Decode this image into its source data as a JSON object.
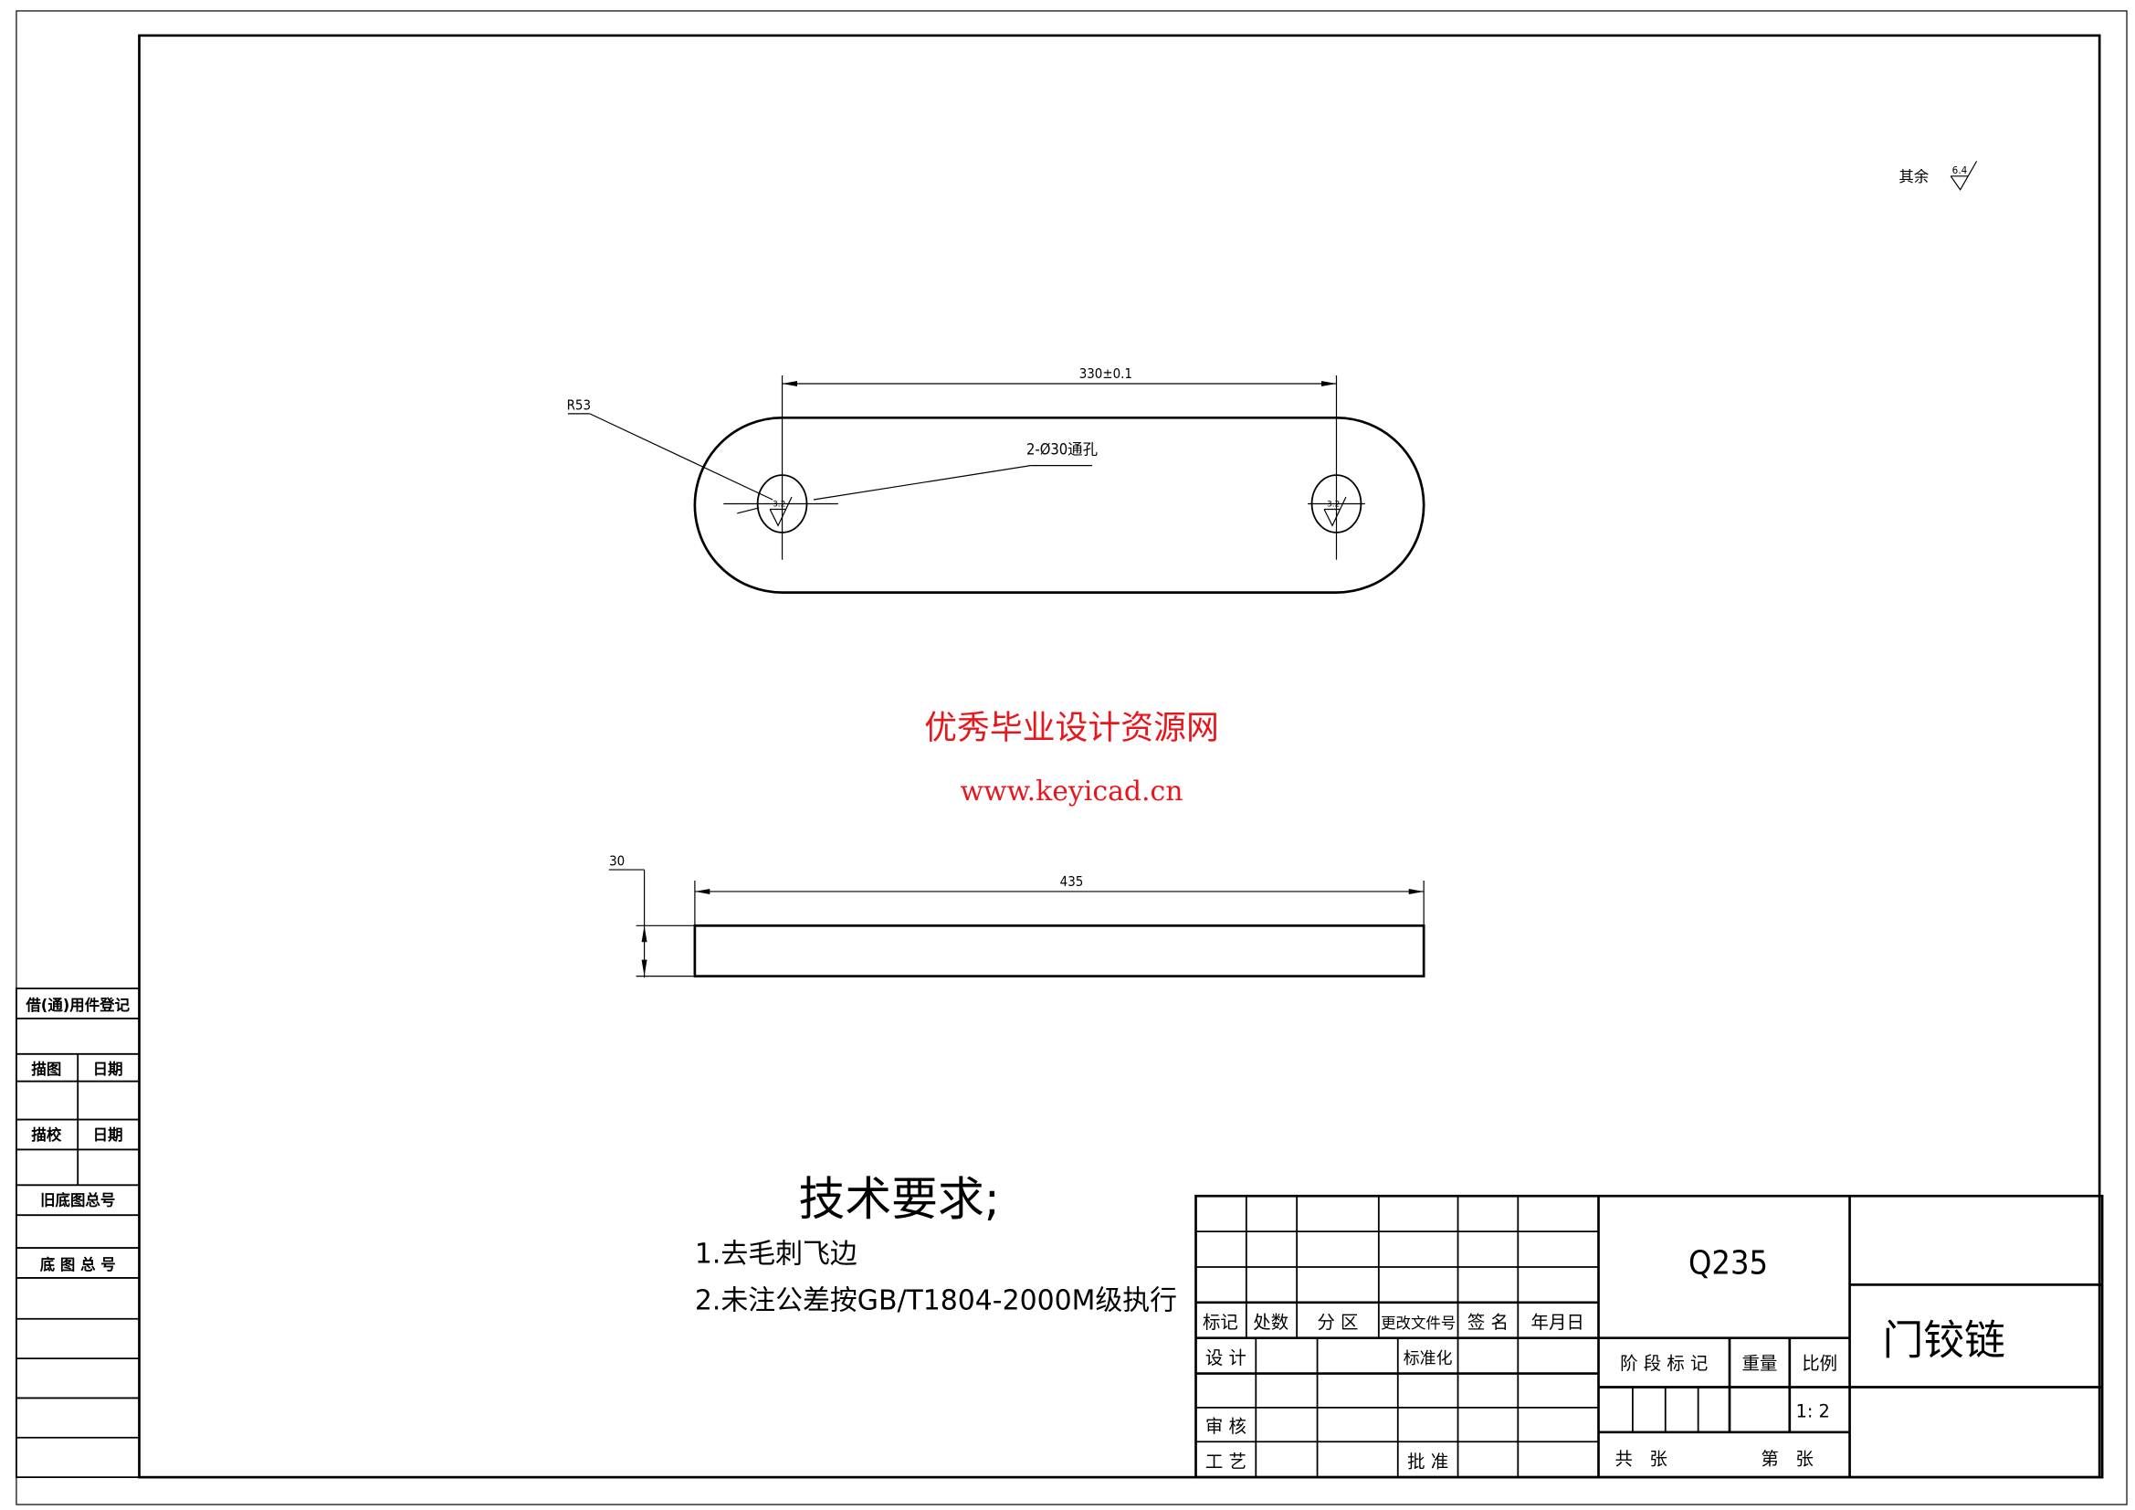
{
  "drawing": {
    "roughness_note": {
      "label": "其余",
      "value": "6.4"
    },
    "top_view": {
      "length_dim": "330±0.1",
      "radius_dim": "R53",
      "hole_note": "2-Ø30通孔",
      "hole_roughness": "3.2"
    },
    "side_view": {
      "length_dim": "435",
      "thickness_dim": "30"
    },
    "watermark": {
      "line1": "优秀毕业设计资源网",
      "line2": "www.keyicad.cn"
    },
    "colors": {
      "watermark": "#e8161b",
      "lines": "#000000"
    }
  },
  "technical_requirements": {
    "title": "技术要求;",
    "items": [
      "1.去毛刺飞边",
      "2.未注公差按GB/T1804-2000M级执行"
    ]
  },
  "left_strip": {
    "register": "借(通)用件登记",
    "trace": "描图",
    "trace_date": "日期",
    "check": "描校",
    "check_date": "日期",
    "old_number": "旧底图总号",
    "number": "底 图 总 号"
  },
  "title_block": {
    "headers": {
      "mark": "标记",
      "count": "处数",
      "zone": "分 区",
      "doc_no": "更改文件号",
      "sign": "签 名",
      "date": "年月日"
    },
    "design": "设 计",
    "standard": "标准化",
    "review": "审 核",
    "process": "工 艺",
    "approve": "批 准",
    "material": "Q235",
    "stage_mark": "阶 段 标 记",
    "weight": "重量",
    "scale_label": "比例",
    "scale": "1: 2",
    "total_sheets": "共   张",
    "sheet_no": "第   张",
    "part_name": "门铰链"
  }
}
